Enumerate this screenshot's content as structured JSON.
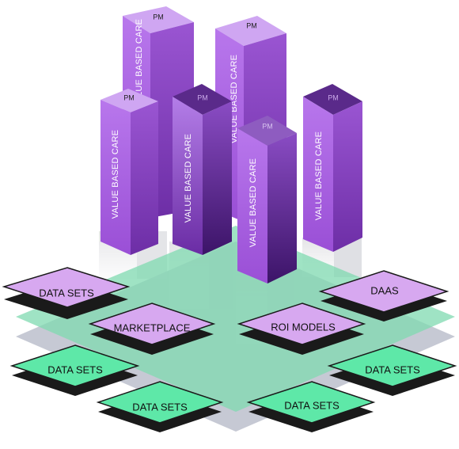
{
  "diagram": {
    "platform_tiles": [
      {
        "id": "data-sets-top-left",
        "label": "DATA SETS",
        "color": "#d7a8f0"
      },
      {
        "id": "daas",
        "label": "DAAS",
        "color": "#d7a8f0"
      },
      {
        "id": "marketplace",
        "label": "MARKETPLACE",
        "color": "#d7a8f0"
      },
      {
        "id": "roi-models",
        "label": "ROI MODELS",
        "color": "#d7a8f0"
      },
      {
        "id": "data-sets-left",
        "label": "DATA SETS",
        "color": "#5ee8a8"
      },
      {
        "id": "data-sets-right",
        "label": "DATA SETS",
        "color": "#5ee8a8"
      },
      {
        "id": "data-sets-bottom-left",
        "label": "DATA SETS",
        "color": "#5ee8a8"
      },
      {
        "id": "data-sets-bottom-right",
        "label": "DATA SETS",
        "color": "#5ee8a8"
      }
    ],
    "towers": [
      {
        "id": "tower-back-left",
        "top_label": "PM",
        "side_label": "VALUE BASED CARE"
      },
      {
        "id": "tower-back-right",
        "top_label": "PM",
        "side_label": "VALUE BASED CARE"
      },
      {
        "id": "tower-front-1",
        "top_label": "PM",
        "side_label": "VALUE BASED CARE"
      },
      {
        "id": "tower-front-2",
        "top_label": "PM",
        "side_label": "VALUE BASED CARE"
      },
      {
        "id": "tower-front-3",
        "top_label": "PM",
        "side_label": "VALUE BASED CARE"
      },
      {
        "id": "tower-front-4",
        "top_label": "PM",
        "side_label": "VALUE BASED CARE"
      }
    ],
    "colors": {
      "tower_top_light": "#cfa6f2",
      "tower_top_dark": "#5a2a8a",
      "tower_face_left": "#a560e0",
      "tower_face_right": "#7b36b8",
      "base_plate": "#8fd9b6",
      "base_shadow": "#b8bcc8",
      "tile_shadow": "#1a1a1a"
    }
  }
}
